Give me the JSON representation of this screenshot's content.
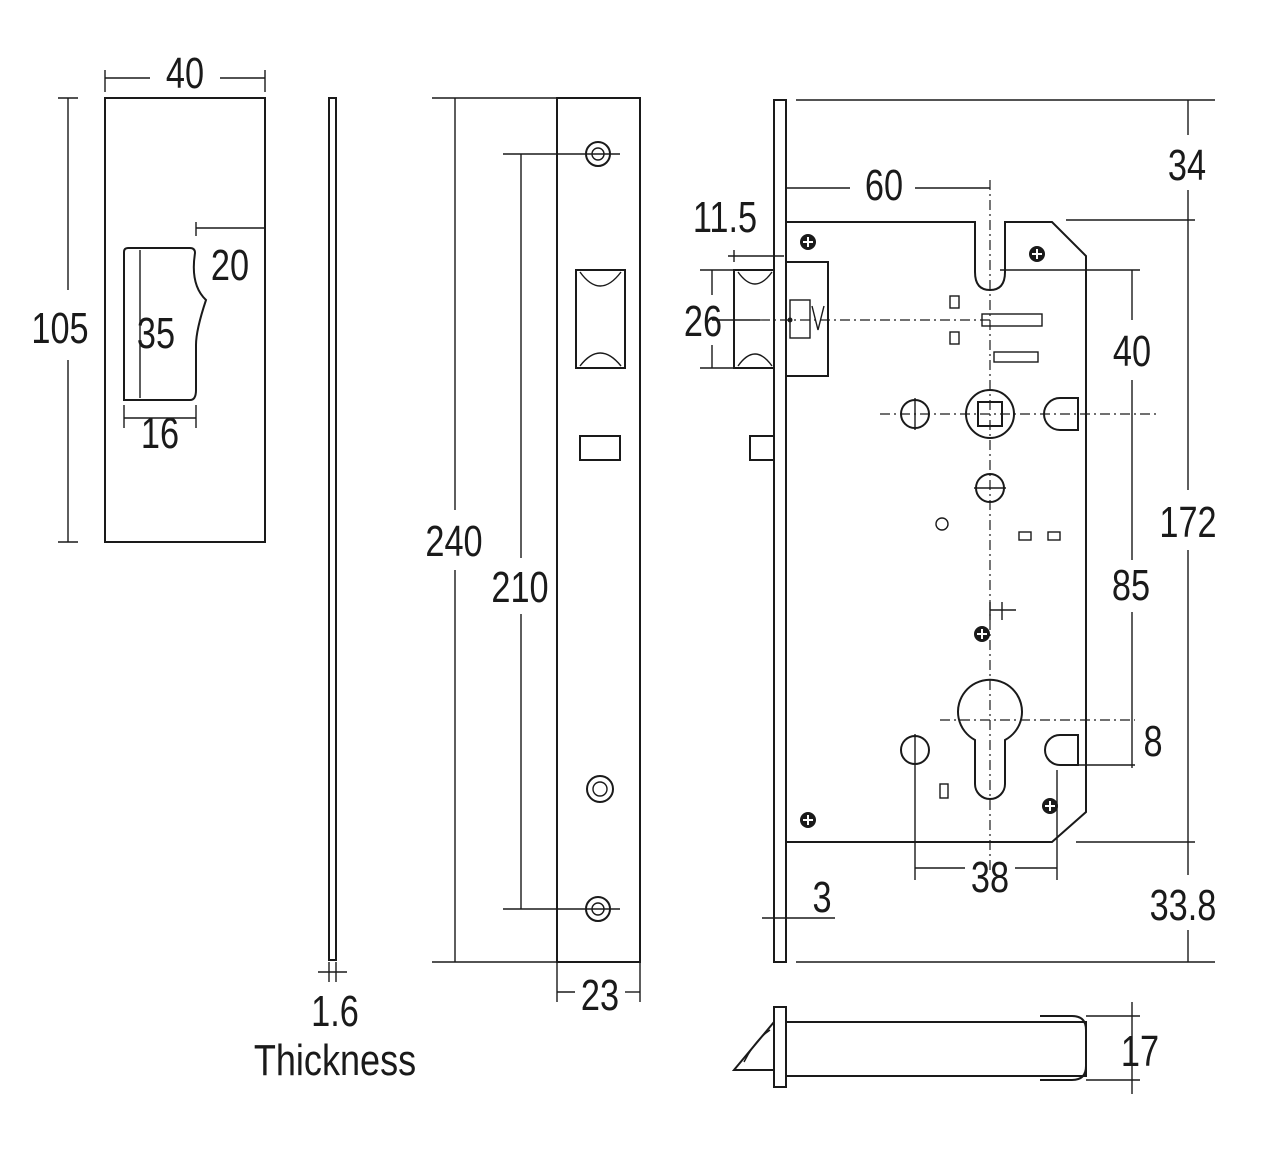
{
  "strike_plate": {
    "width": "40",
    "height": "105",
    "cutout_offset": "20",
    "cutout_height": "35",
    "cutout_width": "16"
  },
  "plate_side": {
    "thickness_value": "1.6",
    "thickness_label": "Thickness"
  },
  "faceplate": {
    "overall_length": "240",
    "screw_spacing": "210",
    "width": "23"
  },
  "lock_body": {
    "latch_projection": "11.5",
    "backset": "60",
    "latch_height": "26",
    "top_to_latch": "34",
    "latch_to_follower": "40",
    "body_height": "172",
    "follower_to_cylinder": "85",
    "cylinder_offset": "8",
    "fixing_centres": "38",
    "faceplate_thickness": "3",
    "bottom_margin": "33.8",
    "body_depth": "17"
  }
}
